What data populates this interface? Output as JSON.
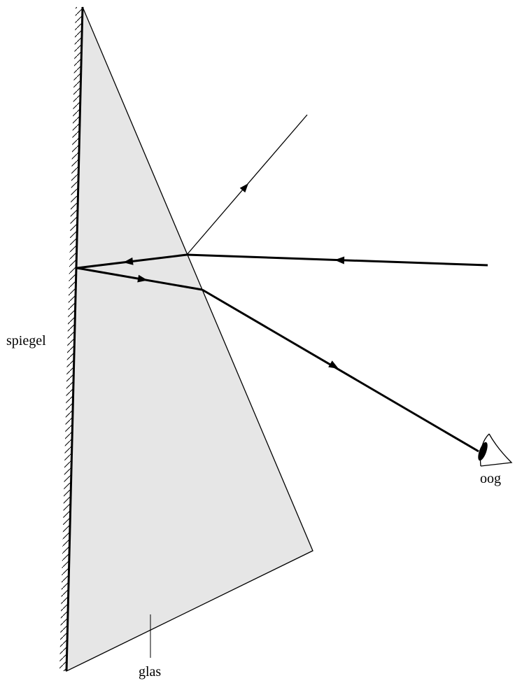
{
  "labels": {
    "mirror": "spiegel",
    "glass": "glas",
    "eye": "oog"
  },
  "colors": {
    "glass_fill": "#e6e6e6",
    "line": "#000000"
  }
}
